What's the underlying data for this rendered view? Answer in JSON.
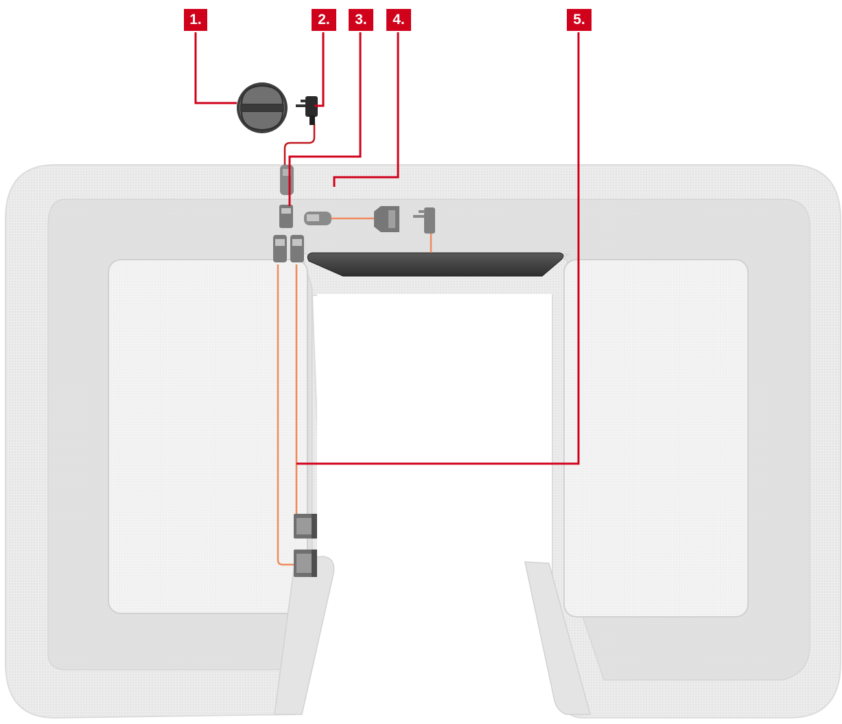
{
  "callouts": [
    {
      "number": "1."
    },
    {
      "number": "2."
    },
    {
      "number": "3."
    },
    {
      "number": "4."
    },
    {
      "number": "5."
    }
  ],
  "colors": {
    "callout_red": "#d0021b",
    "cable_orange": "#f08a5d",
    "sofa_outer": "#ebebeb",
    "sofa_inner": "#dcdcdc",
    "seat_cushion": "#f3f3f3",
    "table_top": "#3e3e3e",
    "component_grey": "#7a7a7a"
  }
}
